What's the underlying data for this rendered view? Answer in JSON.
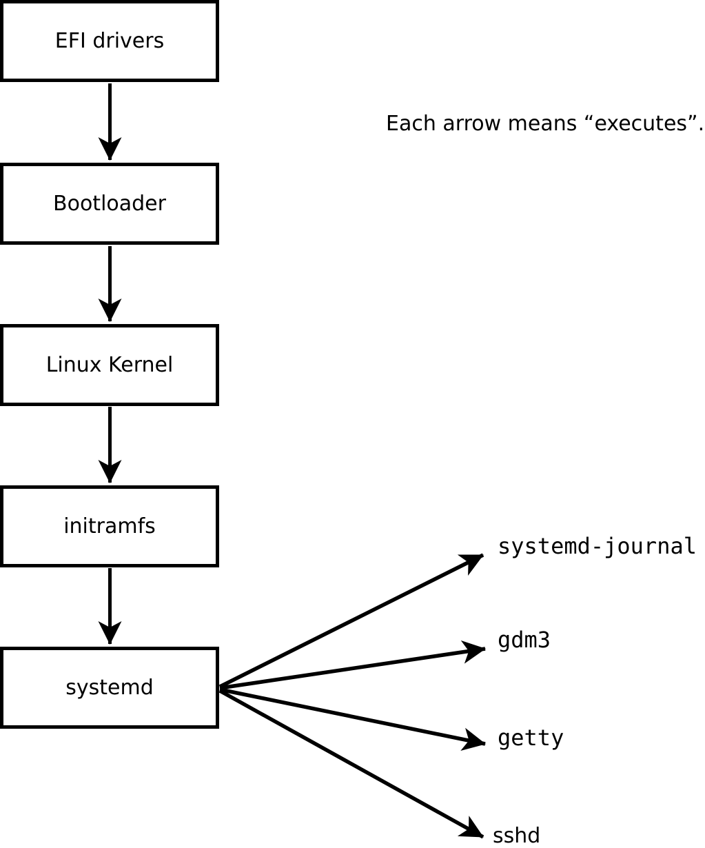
{
  "diagram": {
    "type": "flowchart",
    "subject": "Linux boot sequence",
    "note": "Each arrow means “executes”.",
    "colors": {
      "background": "#ffffff",
      "line": "#000000",
      "box_fill": "#ffffff",
      "text": "#000000"
    },
    "chain": [
      {
        "label": "EFI drivers"
      },
      {
        "label": "Bootloader"
      },
      {
        "label": "Linux Kernel"
      },
      {
        "label": "initramfs"
      },
      {
        "label": "systemd"
      }
    ],
    "spawned": [
      {
        "label": "systemd-journal"
      },
      {
        "label": "gdm3"
      },
      {
        "label": "getty"
      },
      {
        "label": "sshd"
      }
    ],
    "edges": [
      {
        "from": "EFI drivers",
        "to": "Bootloader"
      },
      {
        "from": "Bootloader",
        "to": "Linux Kernel"
      },
      {
        "from": "Linux Kernel",
        "to": "initramfs"
      },
      {
        "from": "initramfs",
        "to": "systemd"
      },
      {
        "from": "systemd",
        "to": "systemd-journal"
      },
      {
        "from": "systemd",
        "to": "gdm3"
      },
      {
        "from": "systemd",
        "to": "getty"
      },
      {
        "from": "systemd",
        "to": "sshd"
      }
    ]
  }
}
